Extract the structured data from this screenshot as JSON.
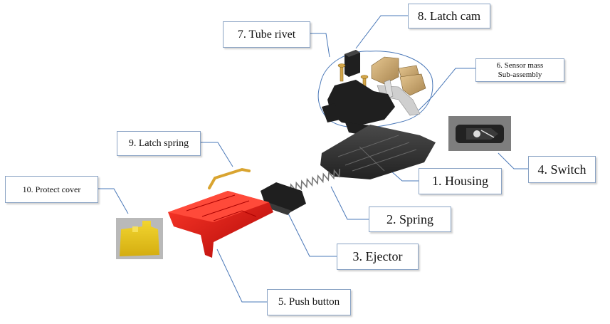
{
  "labels": {
    "latch_cam": "8. Latch cam",
    "tube_rivet": "7. Tube rivet",
    "sensor_mass_line1": "6. Sensor mass",
    "sensor_mass_line2": "Sub-assembly",
    "latch_spring": "9. Latch spring",
    "protect_cover": "10. Protect  cover",
    "switch": "4. Switch",
    "housing": "1. Housing",
    "spring": "2. Spring",
    "ejector": "3. Ejector",
    "push_button": "5. Push button"
  },
  "colors": {
    "push_button": "#e01010",
    "protect_cover": "#e6c51a",
    "latch_cam": "#c9a66b",
    "dark_parts": "#1f1f1f",
    "housing": "#3a3a3a",
    "leader_line": "#4a78b8",
    "label_border": "#8aa3c4"
  }
}
